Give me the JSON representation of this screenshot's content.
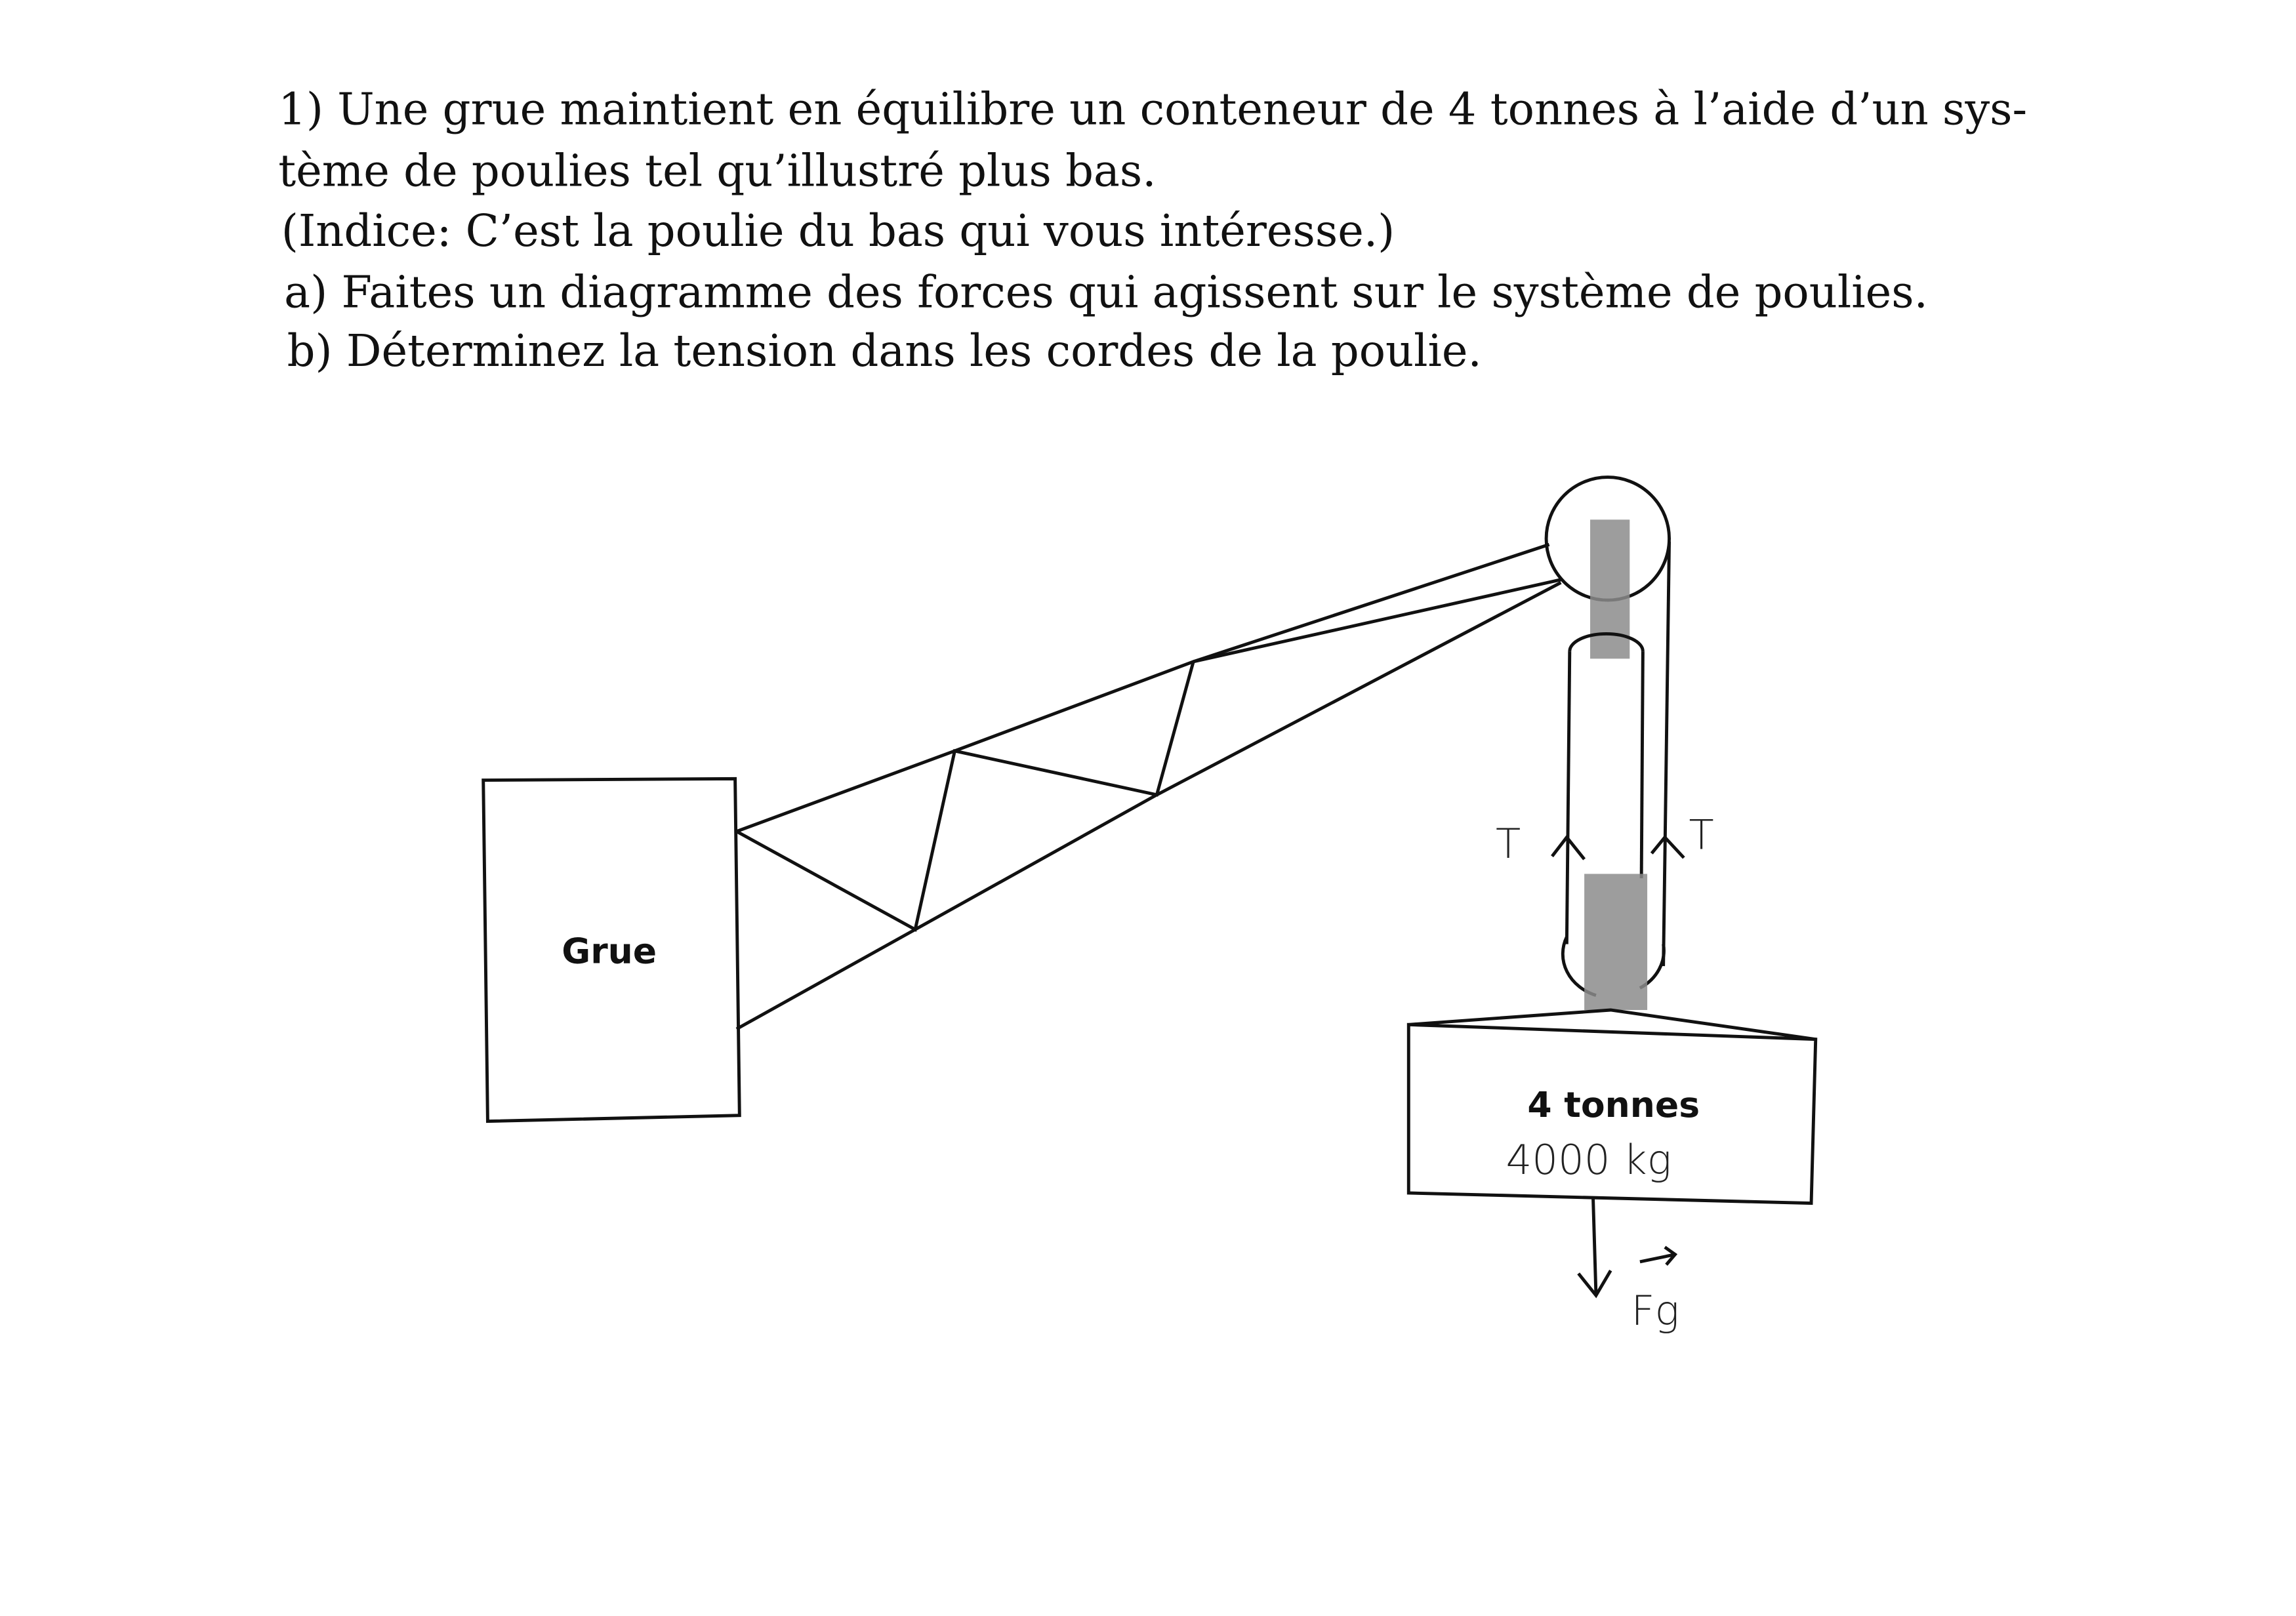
{
  "problem": {
    "lines": [
      "1) Une grue maintient en équilibre un conteneur de 4 tonnes à l’aide d’un sys-",
      "tème de poulies tel qu’illustré plus bas.",
      "(Indice: C’est la poulie du bas qui vous intéresse.)",
      "a) Faites un diagramme des forces qui agissent sur le système de poulies.",
      "b) Déterminez la tension dans les cordes de la poulie."
    ]
  },
  "diagram": {
    "crane_label": "Grue",
    "container_label": "4 tonnes",
    "handwritten_mass": "4000 kg",
    "tension_label_left": "T",
    "tension_label_right": "T",
    "gravity_label": "Fg"
  }
}
